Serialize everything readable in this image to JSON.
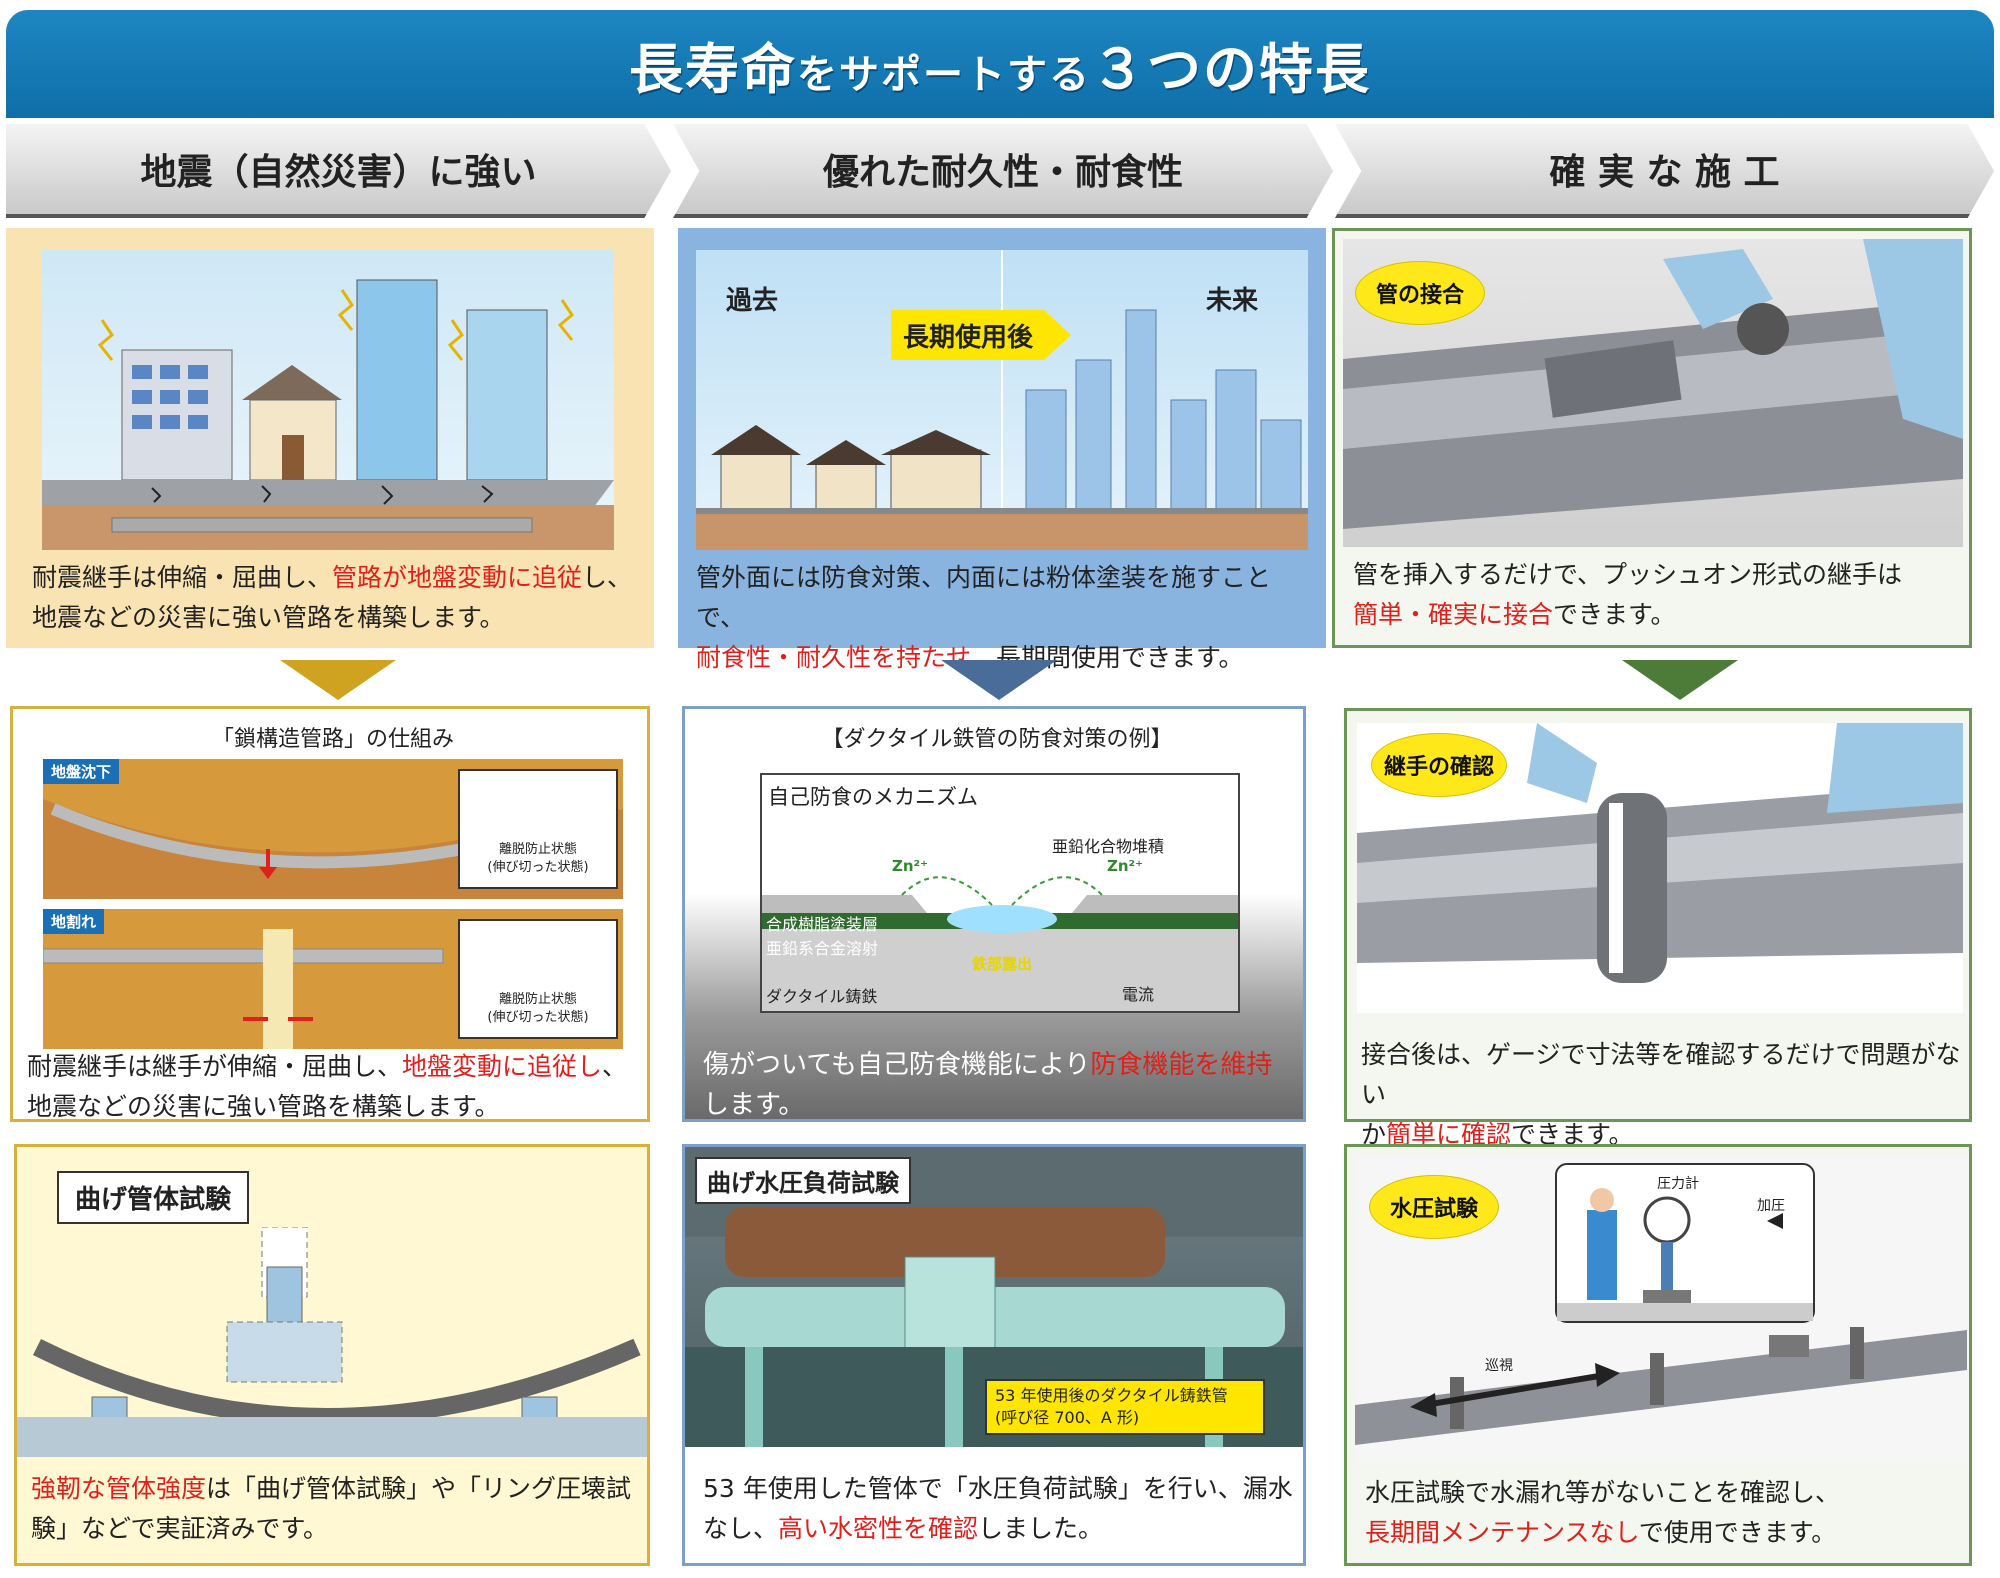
{
  "header": {
    "title_a": "長寿命",
    "title_b": "をサポートする",
    "title_c": "３つの特長"
  },
  "tabs": [
    "地震（自然災害）に強い",
    "優れた耐久性・耐食性",
    "確 実 な 施 工"
  ],
  "col1": {
    "top_text_a": "耐震継手は伸縮・屈曲し、",
    "top_text_red": "管路が地盤変動に追従",
    "top_text_b": "し、",
    "top_text_c": "地震などの災害に強い管路を構築します。",
    "mech_title": "「鎖構造管路」の仕組み",
    "tag1": "地盤沈下",
    "tag2": "地割れ",
    "inset1": "離脱防止状態\n(伸び切った状態)",
    "inset2": "離脱防止状態\n(伸び切った状態)",
    "mid_text_a": "耐震継手は継手が伸縮・屈曲し、",
    "mid_text_red": "地盤変動に追従し",
    "mid_text_b": "、",
    "mid_text_c": "地震などの災害に強い管路を構築します。",
    "test_label": "曲げ管体試験",
    "bot_text_red": "強靭な管体強度",
    "bot_text_a": "は「曲げ管体試験」や「リング圧壊試",
    "bot_text_b": "験」などで実証済みです。"
  },
  "col2": {
    "past": "過去",
    "future": "未来",
    "arrow": "長期使用後",
    "top_text_a": "管外面には防食対策、内面には粉体塗装を施すことで、",
    "top_text_red": "耐食性・耐久性を持たせ",
    "top_text_b": "、長期間使用できます。",
    "ex_title": "【ダクタイル鉄管の防食対策の例】",
    "mech_title": "自己防食のメカニズム",
    "zinc_label": "亜鉛化合物堆積",
    "zn1": "Zn²⁺",
    "zn2": "Zn²⁺",
    "layer1": "合成樹脂塗装層",
    "layer2": "亜鉛系合金溶射",
    "layer3": "ダクタイル鋳鉄",
    "iron": "鉄部露出",
    "current": "電流",
    "mid_text_a": "傷がついても自己防食機能により",
    "mid_text_red": "防食機能を維持",
    "mid_text_b": "します。",
    "test_label": "曲げ水圧負荷試験",
    "photo_caption": "53 年使用後のダクタイル鋳鉄管\n(呼び径 700、A 形)",
    "bot_text_a": "53 年使用した管体で「水圧負荷試験」を行い、漏水",
    "bot_text_b": "なし、",
    "bot_text_red": "高い水密性を確認",
    "bot_text_c": "しました。"
  },
  "col3": {
    "bubble1": "管の接合",
    "top_text_a": "管を挿入するだけで、プッシュオン形式の継手は",
    "top_text_red": "簡単・確実に接合",
    "top_text_b": "できます。",
    "bubble2": "継手の確認",
    "mid_text_a": "接合後は、ゲージで寸法等を確認するだけで問題がない",
    "mid_text_b": "か",
    "mid_text_red": "簡単に確認",
    "mid_text_c": "できます。",
    "bubble3": "水圧試験",
    "gauge": "圧力計",
    "press": "加圧",
    "patrol": "巡視",
    "bot_text_a": "水圧試験で水漏れ等がないことを確認し、",
    "bot_text_red": "長期間メンテナンスなし",
    "bot_text_b": "で使用できます。"
  },
  "colors": {
    "header": "#1479b6",
    "col1": "#d9ad24",
    "col2": "#4c73a5",
    "col3": "#4d7b38",
    "red": "#e0201a"
  }
}
